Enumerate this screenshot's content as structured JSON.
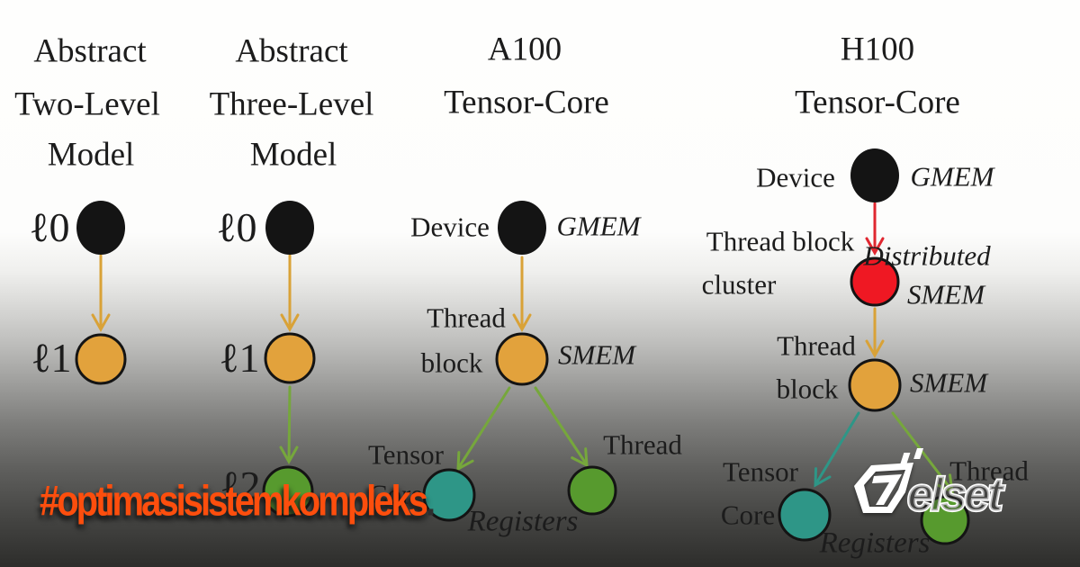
{
  "c1": {
    "title": [
      "Abstract",
      "Two-Level",
      "Model"
    ],
    "l0": "ℓ0",
    "l1": "ℓ1"
  },
  "c2": {
    "title": [
      "Abstract",
      "Three-Level",
      "Model"
    ],
    "l0": "ℓ0",
    "l1": "ℓ1",
    "l2": "ℓ2"
  },
  "c3": {
    "title": [
      "A100",
      "Tensor-Core"
    ],
    "device": "Device",
    "gmem": "GMEM",
    "thread": "Thread",
    "block": "block",
    "smem": "SMEM",
    "tensor": "Tensor",
    "core": "Core",
    "thread2": "Thread",
    "registers": "Registers"
  },
  "c4": {
    "title": [
      "H100",
      "Tensor-Core"
    ],
    "device": "Device",
    "gmem": "GMEM",
    "thread_block": "Thread block",
    "cluster": "cluster",
    "distributed": "Distributed",
    "smem_dist": "SMEM",
    "thread": "Thread",
    "block": "block",
    "smem": "SMEM",
    "tensor": "Tensor",
    "core": "Core",
    "thread2": "Thread",
    "registers": "Registers"
  },
  "watermark": {
    "hashtag": "#optimasisistemkompleks",
    "period": "."
  },
  "logo": {
    "brand": "Telset",
    "wordmark": "elset"
  },
  "colors": {
    "node_black": "#141414",
    "node_orange": "#e2a23c",
    "node_green": "#579a2e",
    "node_teal": "#2e9687",
    "node_red": "#ef1823",
    "arrow_orange": "#d9a237",
    "arrow_green": "#76a73c",
    "arrow_red": "#e02730",
    "arrow_teal": "#2e9687",
    "hashtag_orange": "#fd4e0d"
  }
}
